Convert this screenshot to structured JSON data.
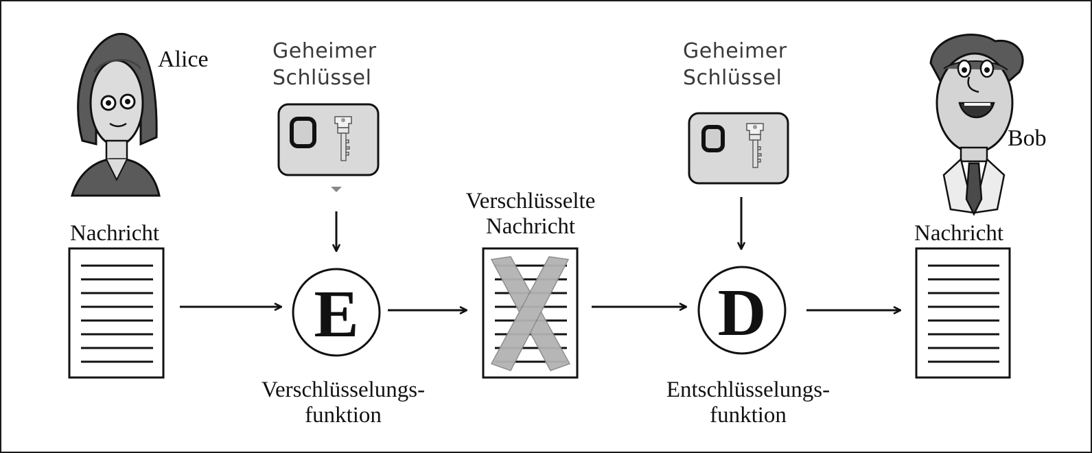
{
  "people": {
    "sender": "Alice",
    "receiver": "Bob"
  },
  "keys": {
    "left": [
      "Geheimer",
      "Schlüssel"
    ],
    "right": [
      "Geheimer",
      "Schlüssel"
    ]
  },
  "documents": {
    "plaintext_left": "Nachricht",
    "ciphertext": [
      "Verschlüsselte",
      "Nachricht"
    ],
    "plaintext_right": "Nachricht"
  },
  "functions": {
    "encrypt": {
      "symbol": "E",
      "label": [
        "Verschlüsselungs-",
        "funktion"
      ]
    },
    "decrypt": {
      "symbol": "D",
      "label": [
        "Entschlüsselungs-",
        "funktion"
      ]
    }
  },
  "colors": {
    "ink": "#111111",
    "card": "#d9d9d9",
    "cross": "#b3b3b3"
  }
}
